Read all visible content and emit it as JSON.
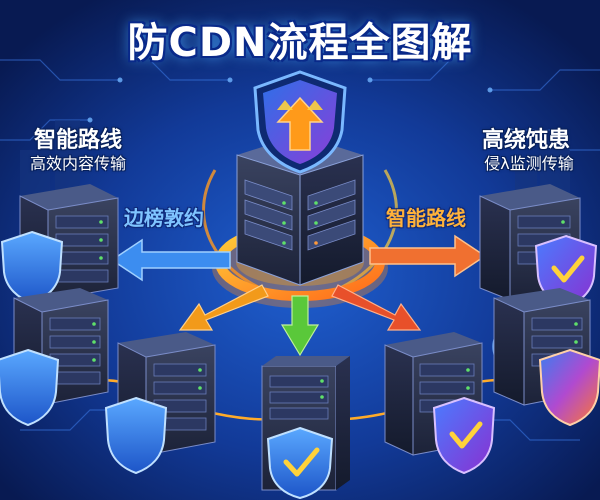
{
  "title": "防CDN流程全图解",
  "left_labels": {
    "title": "智能路线",
    "subtitle": "高效内容传输"
  },
  "right_labels": {
    "title": "高绕饨患",
    "subtitle": "侵λ监测传输"
  },
  "arrow_labels": {
    "left": "边榜敦约",
    "right": "智能路线"
  },
  "colors": {
    "background": "#0b1f5c",
    "title_text": "#ffffff",
    "left_arrow": "#3c8df0",
    "right_arrow": "#f07030",
    "shield_blue": "#2f7df0",
    "shield_purple": "#7b3fd8",
    "shield_orange": "#f07a28",
    "check": "#ffd23a",
    "upload_arrow": "#ff9a1a",
    "ring": "#ff9a20"
  },
  "icons": [
    "shield-icon",
    "check-icon",
    "upload-arrow-icon",
    "server-icon",
    "direction-arrow-icon"
  ]
}
